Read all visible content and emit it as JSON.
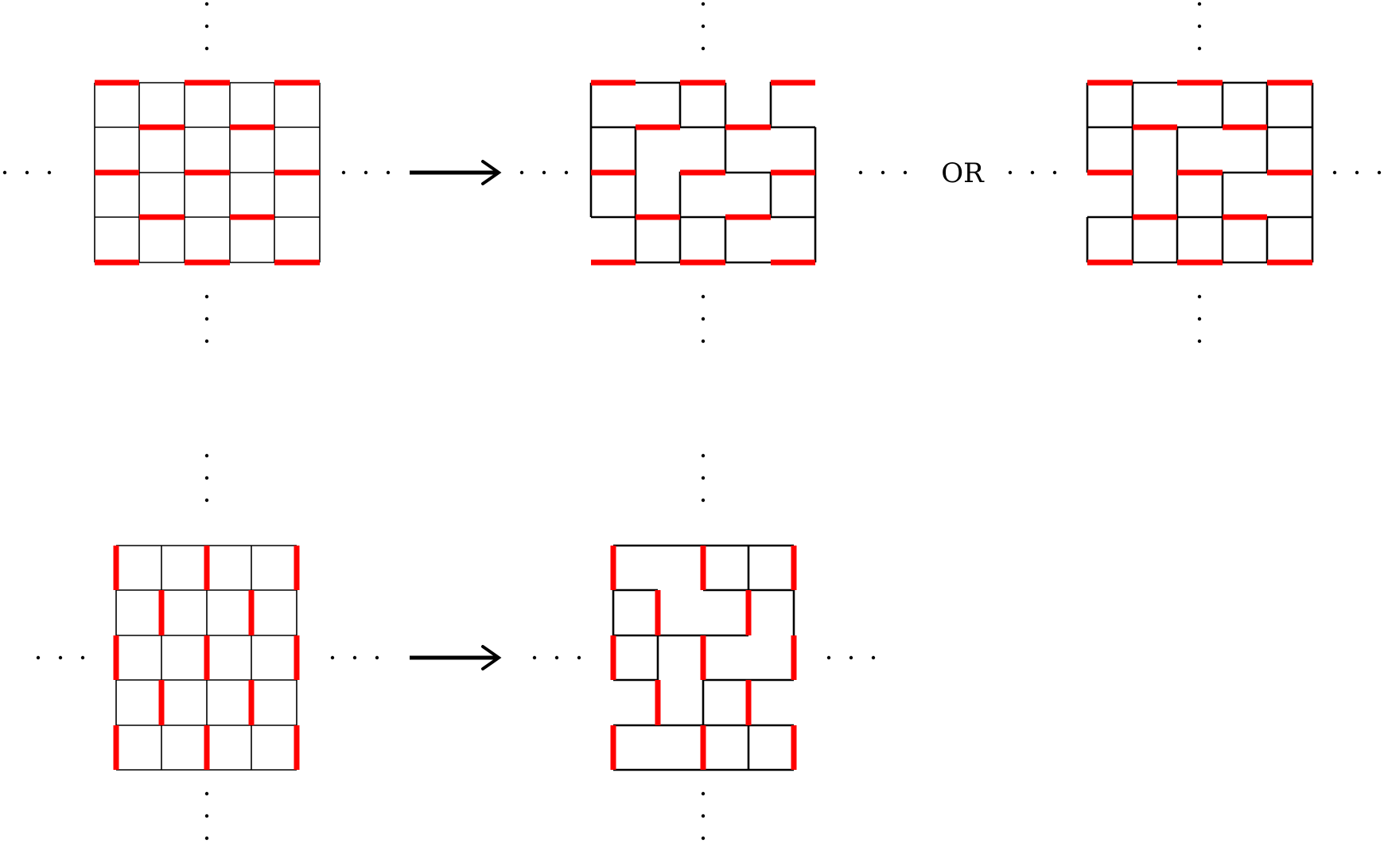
{
  "or_label": "OR",
  "colors": {
    "ink": "#000000",
    "highlight": "#ff0000",
    "background": "#ffffff"
  },
  "diagrams": [
    {
      "id": "top-input",
      "grid": "4x5",
      "orientation": "horizontal",
      "red_rule": "alternating"
    },
    {
      "id": "top-output-a",
      "grid": "4x5",
      "orientation": "horizontal",
      "red_rule": "alternating"
    },
    {
      "id": "top-output-b",
      "grid": "4x5",
      "orientation": "horizontal",
      "red_rule": "alternating"
    },
    {
      "id": "bottom-input",
      "grid": "5x4",
      "orientation": "vertical",
      "red_rule": "alternating"
    },
    {
      "id": "bottom-output",
      "grid": "5x4",
      "orientation": "vertical",
      "red_rule": "alternating"
    }
  ],
  "arrows": [
    {
      "id": "top-arrow",
      "icon": "right-arrow-icon"
    },
    {
      "id": "bottom-arrow",
      "icon": "right-arrow-icon"
    }
  ]
}
